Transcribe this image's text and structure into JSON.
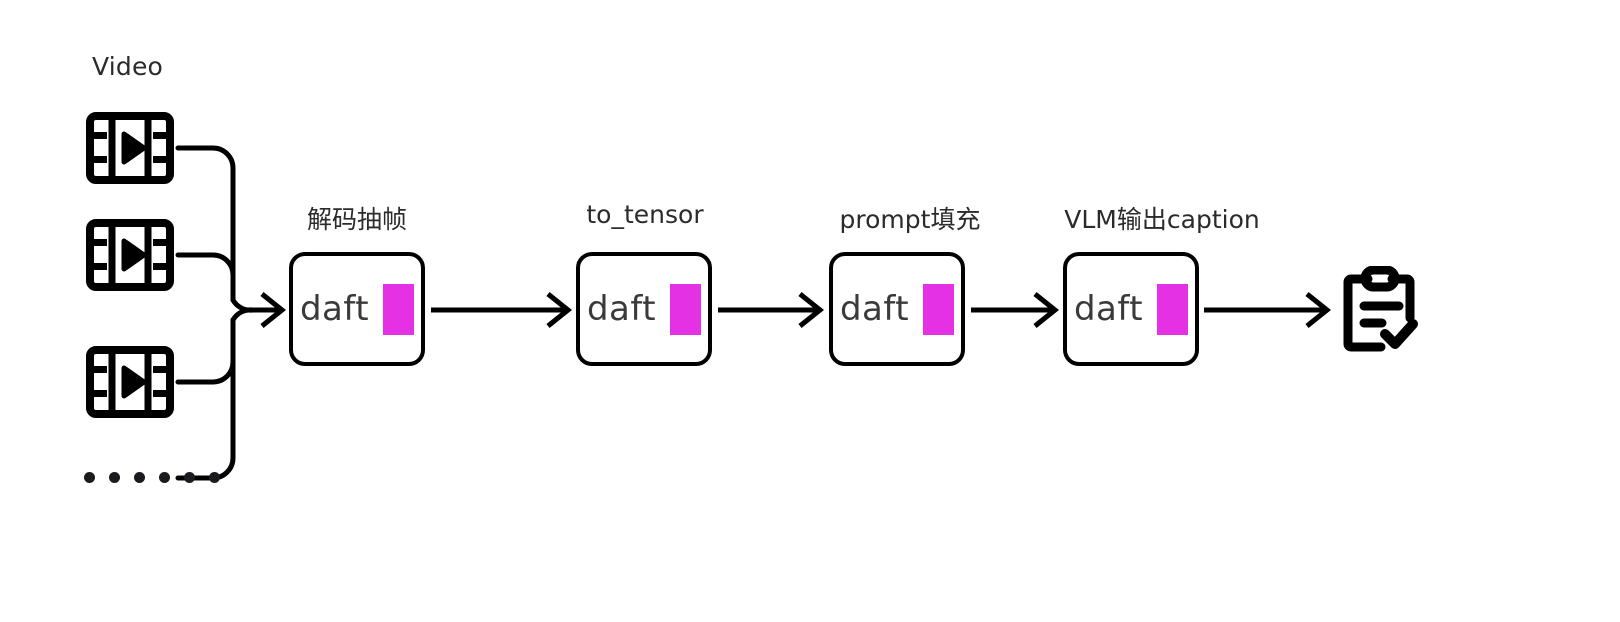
{
  "diagram": {
    "title": "Video",
    "background_color": "#ffffff",
    "stroke_color": "#000000",
    "accent_color": "#e431e4",
    "text_color": "#2b2b2b",
    "type": "pipeline-flow",
    "direction": "left-to-right"
  },
  "inputs": {
    "group_label": "Video",
    "items": [
      {
        "icon": "film-video-icon",
        "label": ""
      },
      {
        "icon": "film-video-icon",
        "label": ""
      },
      {
        "icon": "film-video-icon",
        "label": ""
      }
    ],
    "ellipsis": {
      "icon": "ellipsis-dots-icon",
      "dot_count": 6
    }
  },
  "stages": [
    {
      "label": "解码抽帧",
      "engine": "daft",
      "swatch_color": "#e431e4",
      "name": "decode-extract-frames"
    },
    {
      "label": "to_tensor",
      "engine": "daft",
      "swatch_color": "#e431e4",
      "name": "to-tensor"
    },
    {
      "label": "prompt填充",
      "engine": "daft",
      "swatch_color": "#e431e4",
      "name": "prompt-fill"
    },
    {
      "label": "VLM输出caption",
      "engine": "daft",
      "swatch_color": "#e431e4",
      "name": "vlm-output-caption"
    }
  ],
  "output": {
    "icon": "clipboard-check-icon",
    "label": ""
  }
}
